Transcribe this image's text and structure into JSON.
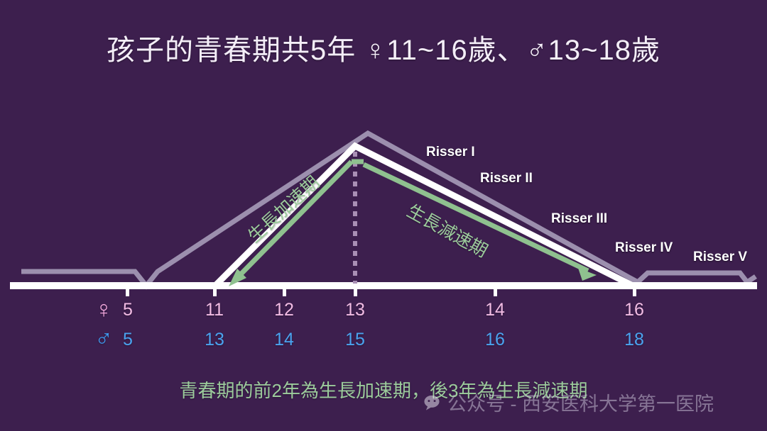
{
  "background_color": "#3d1f4e",
  "header": {
    "title": "孩子的青春期共5年 ♀11~16歲、♂13~18歲"
  },
  "diagram": {
    "peak_marker_label": "dotted-vertical-at-peak",
    "phases": [
      {
        "key": "accel",
        "label": "生長加速期",
        "color": "#9ccb9c"
      },
      {
        "key": "decel",
        "label": "生長減速期",
        "color": "#9ccb9c"
      }
    ],
    "risser_stages": [
      {
        "label": "Risser I"
      },
      {
        "label": "Risser II"
      },
      {
        "label": "Risser III"
      },
      {
        "label": "Risser IV"
      },
      {
        "label": "Risser V"
      }
    ],
    "line_colors": {
      "white_curve": "#ffffff",
      "purple_curve": "#9c8fae",
      "baseline": "#ffffff",
      "dotted_marker": "#a98fb5",
      "arrow": "#8fc18f"
    }
  },
  "axis": {
    "female": {
      "symbol": "♀",
      "color": "#f2bce4",
      "values": [
        "5",
        "11",
        "12",
        "13",
        "14",
        "16"
      ]
    },
    "male": {
      "symbol": "♂",
      "color": "#4aa3ef",
      "values": [
        "5",
        "13",
        "14",
        "15",
        "16",
        "18"
      ]
    },
    "tick_x": [
      180,
      302,
      400,
      500,
      697,
      893
    ]
  },
  "caption": {
    "text": "青春期的前2年為生長加速期，後3年為生長減速期",
    "color": "#9ccb9c"
  },
  "watermark": {
    "icon": "speech-bubble-icon",
    "text": "公众号 - 西安医科大学第一医院"
  },
  "chart_data": {
    "type": "line",
    "title": "孩子的青春期共5年 ♀11~16歲、♂13~18歲",
    "xlabel": "",
    "ylabel": "",
    "x_female": [
      5,
      11,
      12,
      13,
      14,
      16
    ],
    "x_male": [
      5,
      13,
      14,
      15,
      16,
      18
    ],
    "grid": false,
    "legend": "none",
    "annotations": [
      "生長加速期",
      "生長減速期",
      "Risser I",
      "Risser II",
      "Risser III",
      "Risser IV",
      "Risser V"
    ],
    "series": [
      {
        "name": "growth-velocity-white",
        "points": [
          [
            30,
            403
          ],
          [
            302,
            403
          ],
          [
            500,
            207
          ],
          [
            893,
            403
          ],
          [
            1060,
            403
          ]
        ]
      },
      {
        "name": "risser-stage-purple",
        "points": [
          [
            30,
            383
          ],
          [
            190,
            383
          ],
          [
            205,
            403
          ],
          [
            220,
            383
          ],
          [
            518,
            188
          ],
          [
            898,
            398
          ],
          [
            912,
            385
          ],
          [
            1040,
            385
          ],
          [
            1052,
            398
          ],
          [
            1062,
            390
          ]
        ]
      }
    ],
    "notes": "青春期的前2年為生長加速期，後3年為生長減速期"
  }
}
